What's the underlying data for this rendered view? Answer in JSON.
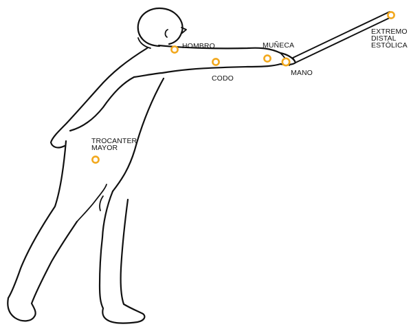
{
  "diagram": {
    "accent_color": "#f2a81d",
    "line_color": "#111111",
    "landmarks": [
      {
        "id": "hombro",
        "label": "HOMBRO"
      },
      {
        "id": "codo",
        "label": "CODO"
      },
      {
        "id": "muneca",
        "label": "MUÑECA"
      },
      {
        "id": "mano",
        "label": "MANO"
      },
      {
        "id": "extremo",
        "label_lines": [
          "EXTREMO",
          "DISTAL",
          "ESTÓLICA"
        ]
      },
      {
        "id": "trocanter",
        "label_lines": [
          "TROCANTER",
          "MAYOR"
        ]
      }
    ]
  }
}
